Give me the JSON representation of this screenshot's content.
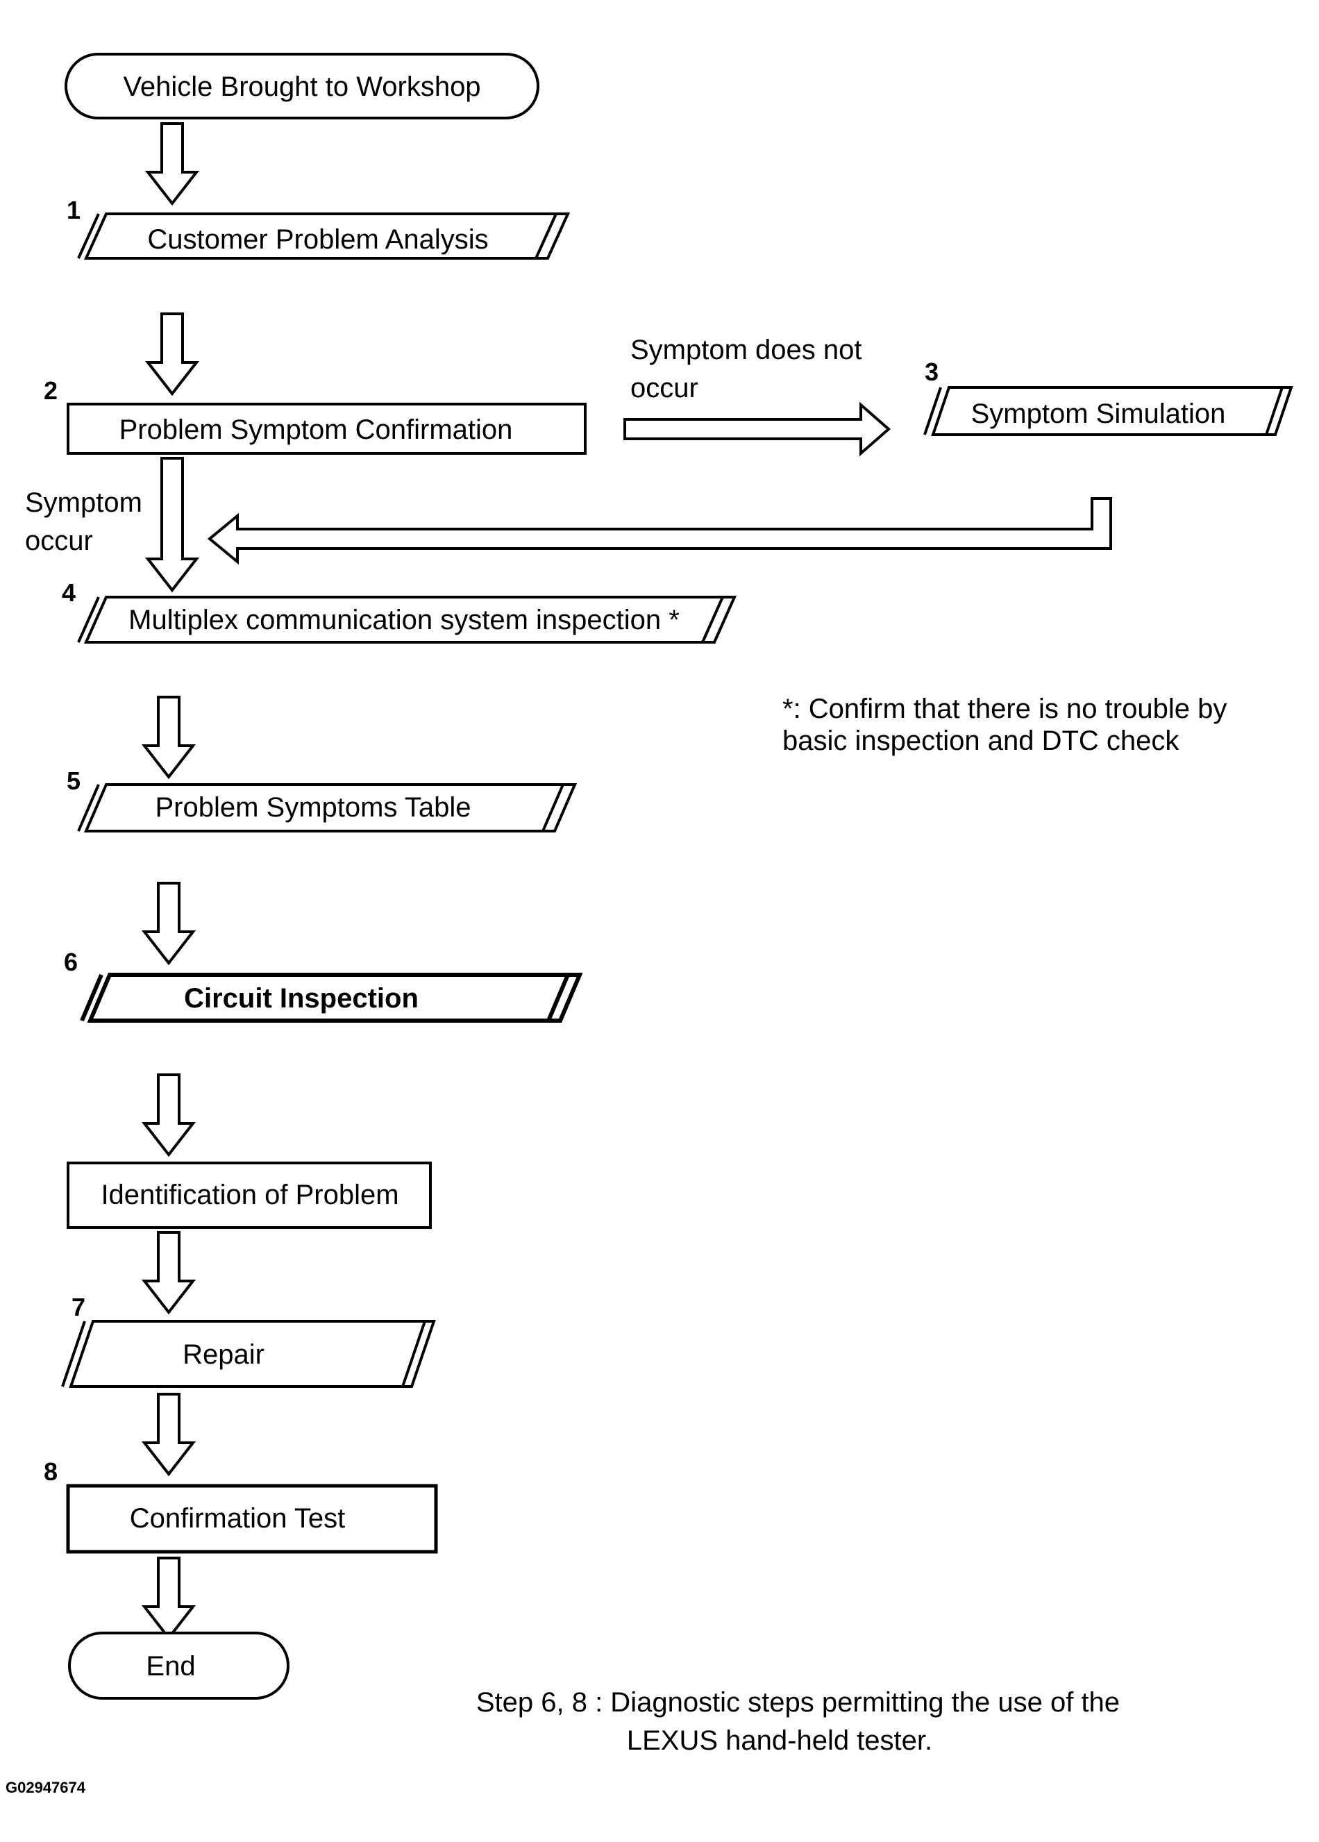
{
  "nodes": {
    "start": "Vehicle Brought to Workshop",
    "step1": {
      "number": "1",
      "label": "Customer Problem Analysis"
    },
    "step2": {
      "number": "2",
      "label": "Problem Symptom Confirmation"
    },
    "step3": {
      "number": "3",
      "label": "Symptom Simulation"
    },
    "step4": {
      "number": "4",
      "label": "Multiplex communication system inspection *"
    },
    "step5": {
      "number": "5",
      "label": "Problem Symptoms Table"
    },
    "step6": {
      "number": "6",
      "label": "Circuit Inspection"
    },
    "identification": "Identification of Problem",
    "step7": {
      "number": "7",
      "label": "Repair"
    },
    "step8": {
      "number": "8",
      "label": "Confirmation Test"
    },
    "end": "End"
  },
  "branches": {
    "does_not_occur": [
      "Symptom does not",
      "occur"
    ],
    "occur": [
      "Symptom",
      "occur"
    ]
  },
  "notes": {
    "asterisk": [
      "*: Confirm that there is no trouble by",
      "basic inspection and DTC check"
    ],
    "footer": [
      "Step 6, 8 : Diagnostic steps permitting the use of the",
      "LEXUS hand-held tester."
    ]
  },
  "figure_code": "G02947674"
}
